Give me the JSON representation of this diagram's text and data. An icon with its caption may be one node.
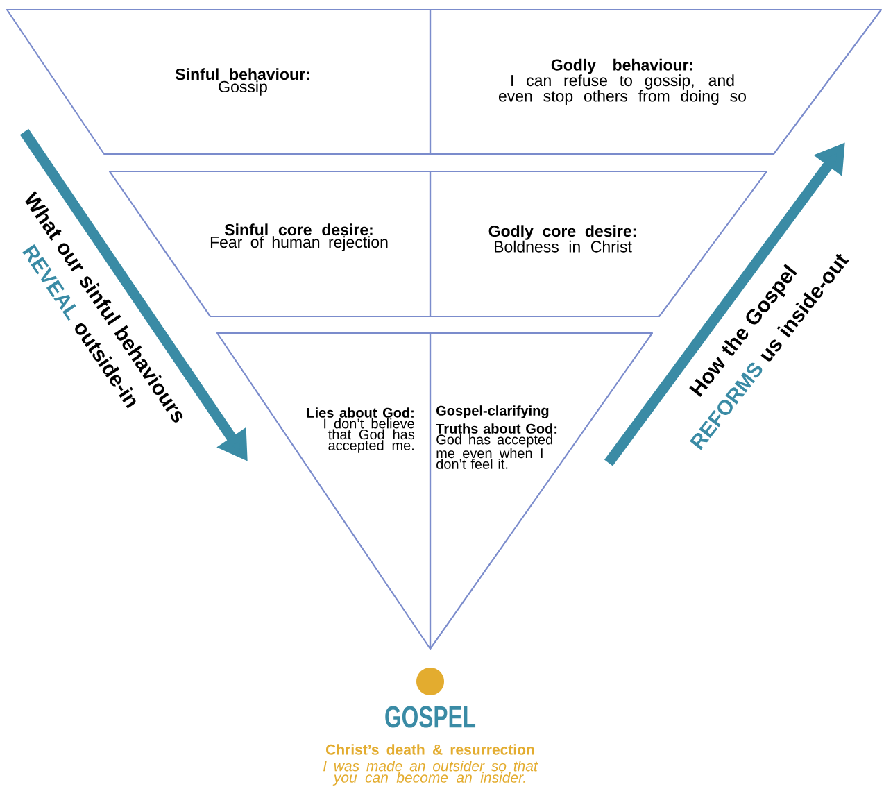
{
  "diagram": {
    "nodes": [
      {
        "text": [
          "Sinful behaviour:",
          "Gossip"
        ]
      },
      {
        "text": [
          "Godly behaviour:",
          "I can refuse to gossip, and even stop others from doing so"
        ]
      },
      {
        "text": [
          "Sinful core desire:",
          "Fear of human rejection"
        ]
      },
      {
        "text": [
          "Godly core desire:",
          "Boldness in Christ"
        ]
      },
      {
        "text": [
          "Lies about God:",
          "I don’t believe that God has accepted me."
        ]
      },
      {
        "text": [
          "Gospel-clarifying Truths about God:",
          "God has accepted me even when I don’t feel it."
        ]
      },
      {
        "text": [],
        "shape": "circle",
        "beside": [
          "GOSPEL",
          "Christ’s death & resurrection",
          "I was made an outsider so that you can become an insider."
        ]
      }
    ],
    "labels": [
      "What our sinful behaviours",
      "REVEAL",
      "outside-in",
      "How the Gospel",
      "REFORMS",
      "us inside-out"
    ]
  }
}
